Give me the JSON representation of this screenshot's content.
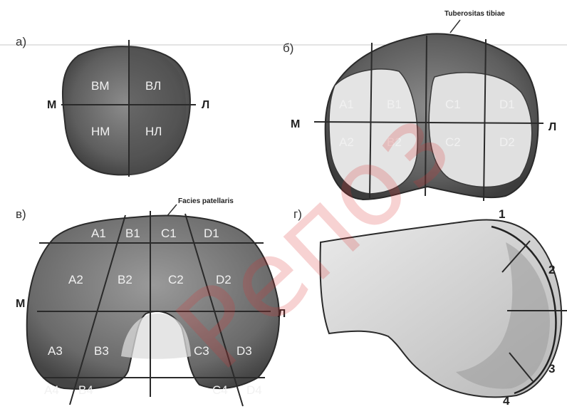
{
  "panels": {
    "a": {
      "label": "а)",
      "zones": {
        "top_medial": "ВМ",
        "top_lateral": "ВЛ",
        "bottom_medial": "НМ",
        "bottom_lateral": "НЛ"
      },
      "medial": "М",
      "lateral": "Л"
    },
    "b": {
      "label": "б)",
      "note": "Tuberositas tibiae",
      "zones": [
        "A1",
        "B1",
        "C1",
        "D1",
        "A2",
        "B2",
        "C2",
        "D2"
      ],
      "medial": "М",
      "lateral": "Л"
    },
    "v": {
      "label": "в)",
      "note": "Facies patellaris",
      "zones": [
        "A1",
        "B1",
        "C1",
        "D1",
        "A2",
        "B2",
        "C2",
        "D2",
        "A3",
        "B3",
        "C3",
        "D3",
        "A4",
        "B4",
        "C4",
        "D4"
      ],
      "medial": "М",
      "lateral": "Л"
    },
    "g": {
      "label": "г)",
      "numbers": [
        "1",
        "2",
        "3",
        "4"
      ]
    }
  },
  "watermark": "Репоз"
}
